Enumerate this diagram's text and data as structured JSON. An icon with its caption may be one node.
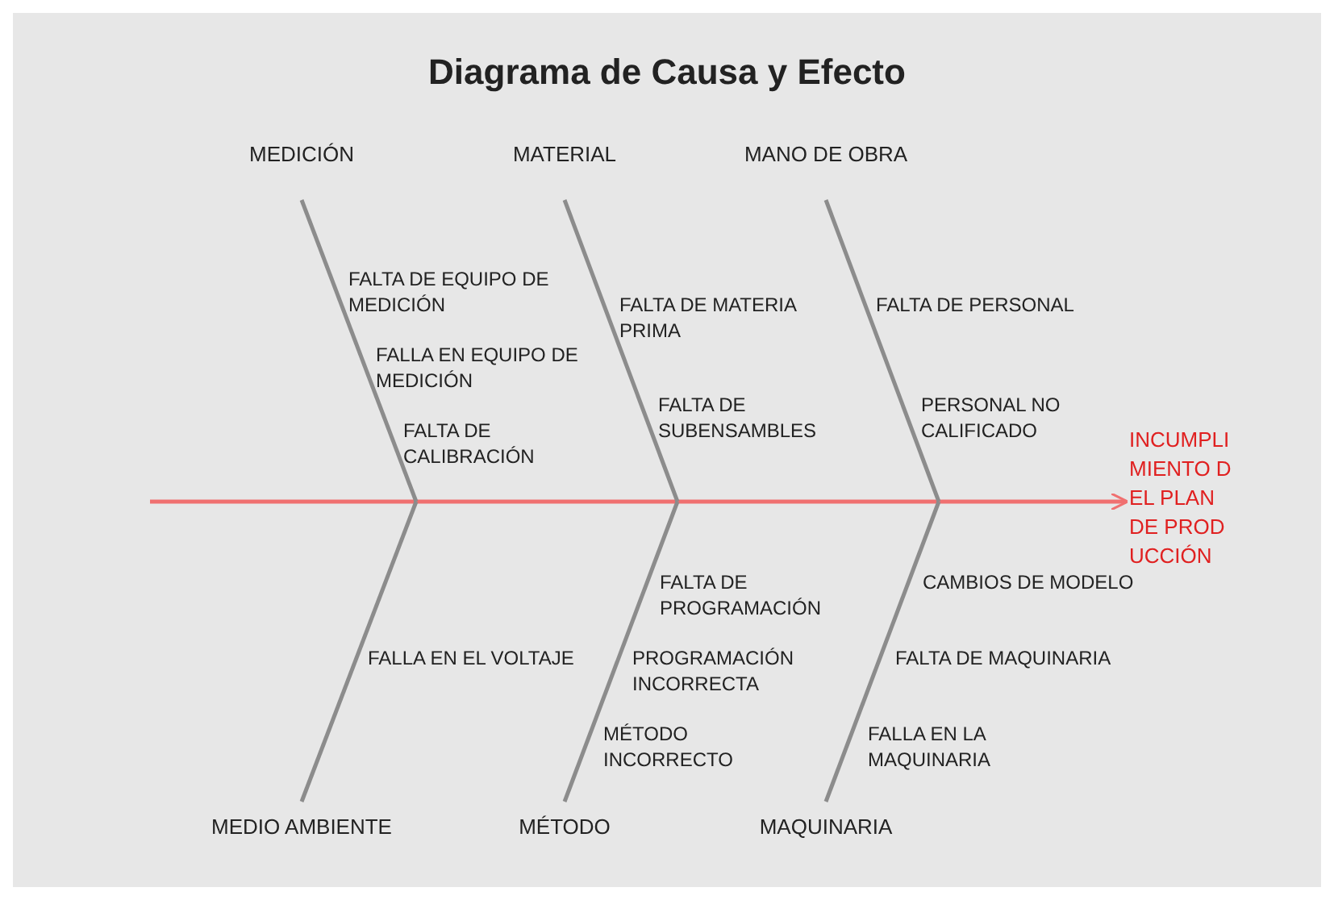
{
  "diagram": {
    "title": "Diagrama de Causa y Efecto",
    "nodes": [
      {
        "text": [
          "MEDICIÓN"
        ]
      },
      {
        "text": [
          "MATERIAL"
        ]
      },
      {
        "text": [
          "MANO DE OBRA"
        ]
      },
      {
        "text": [
          "MEDIO AMBIENTE"
        ]
      },
      {
        "text": [
          "MÉTODO"
        ]
      },
      {
        "text": [
          "MAQUINARIA"
        ]
      },
      {
        "text": [
          "INCUMPLIMIENTO DEL PLAN DE PRODUCCIÓN"
        ]
      }
    ],
    "edges": [
      {
        "from": null,
        "to": 6,
        "arrow": "to",
        "color": "#f07070"
      },
      {
        "from": 0,
        "to": null,
        "arrow": "none"
      },
      {
        "from": 1,
        "to": null,
        "arrow": "none"
      },
      {
        "from": 2,
        "to": null,
        "arrow": "none"
      },
      {
        "from": 3,
        "to": null,
        "arrow": "none"
      },
      {
        "from": 4,
        "to": null,
        "arrow": "none"
      },
      {
        "from": 5,
        "to": null,
        "arrow": "none"
      }
    ],
    "labels": [
      "FALTA DE EQUIPO DE MEDICIÓN",
      "FALTA DE MATERIA PRIMA",
      "FALTA DE PERSONAL",
      "FALLA EN EQUIPO DE MEDICIÓN",
      "FALTA DE SUBENSAMBLES",
      "PERSONAL NO CALIFICADO",
      "FALTA DE CALIBRACIÓN",
      "FALTA DE PROGRAMACIÓN",
      "CAMBIOS DE MODELO",
      "FALLA EN EL VOLTAJE",
      "PROGRAMACIÓN INCORRECTA",
      "FALTA DE MAQUINARIA",
      "MÉTODO INCORRECTO",
      "FALLA EN LA MAQUINARIA"
    ]
  }
}
